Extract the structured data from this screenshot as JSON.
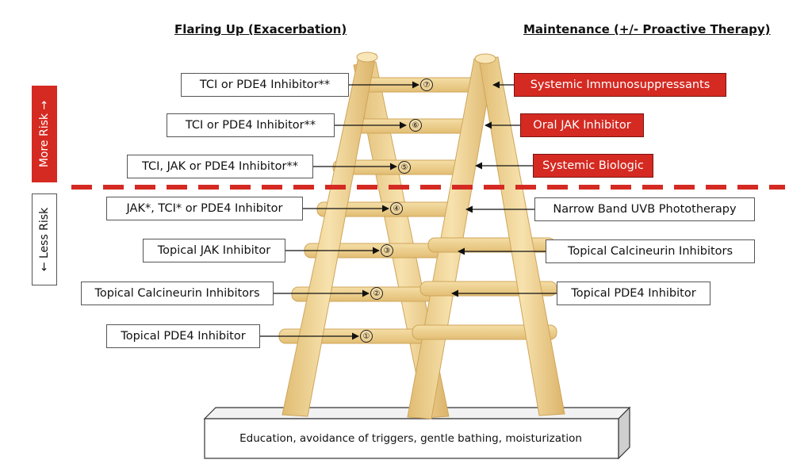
{
  "headers": {
    "left": "Flaring Up (Exacerbation)",
    "right": "Maintenance (+/- Proactive Therapy)"
  },
  "risk": {
    "more": "More Risk →",
    "less": "← Less Risk"
  },
  "rungs": [
    "①",
    "②",
    "③",
    "④",
    "⑤",
    "⑥",
    "⑦"
  ],
  "left_steps": [
    "TCI or PDE4 Inhibitor**",
    "TCI or PDE4 Inhibitor**",
    "TCI, JAK or PDE4 Inhibitor**",
    "JAK*, TCI* or PDE4 Inhibitor",
    "Topical JAK Inhibitor",
    "Topical Calcineurin Inhibitors",
    "Topical PDE4 Inhibitor"
  ],
  "right_steps": [
    "Systemic Immunosuppressants",
    "Oral JAK Inhibitor",
    "Systemic Biologic",
    "Narrow Band UVB Phototherapy",
    "Topical Calcineurin Inhibitors",
    "Topical PDE4 Inhibitor"
  ],
  "base": "Education, avoidance of triggers, gentle bathing, moisturization",
  "colors": {
    "accent_red": "#d42a22",
    "ladder_wood": "#f0d494",
    "divider": "#d42a22"
  }
}
